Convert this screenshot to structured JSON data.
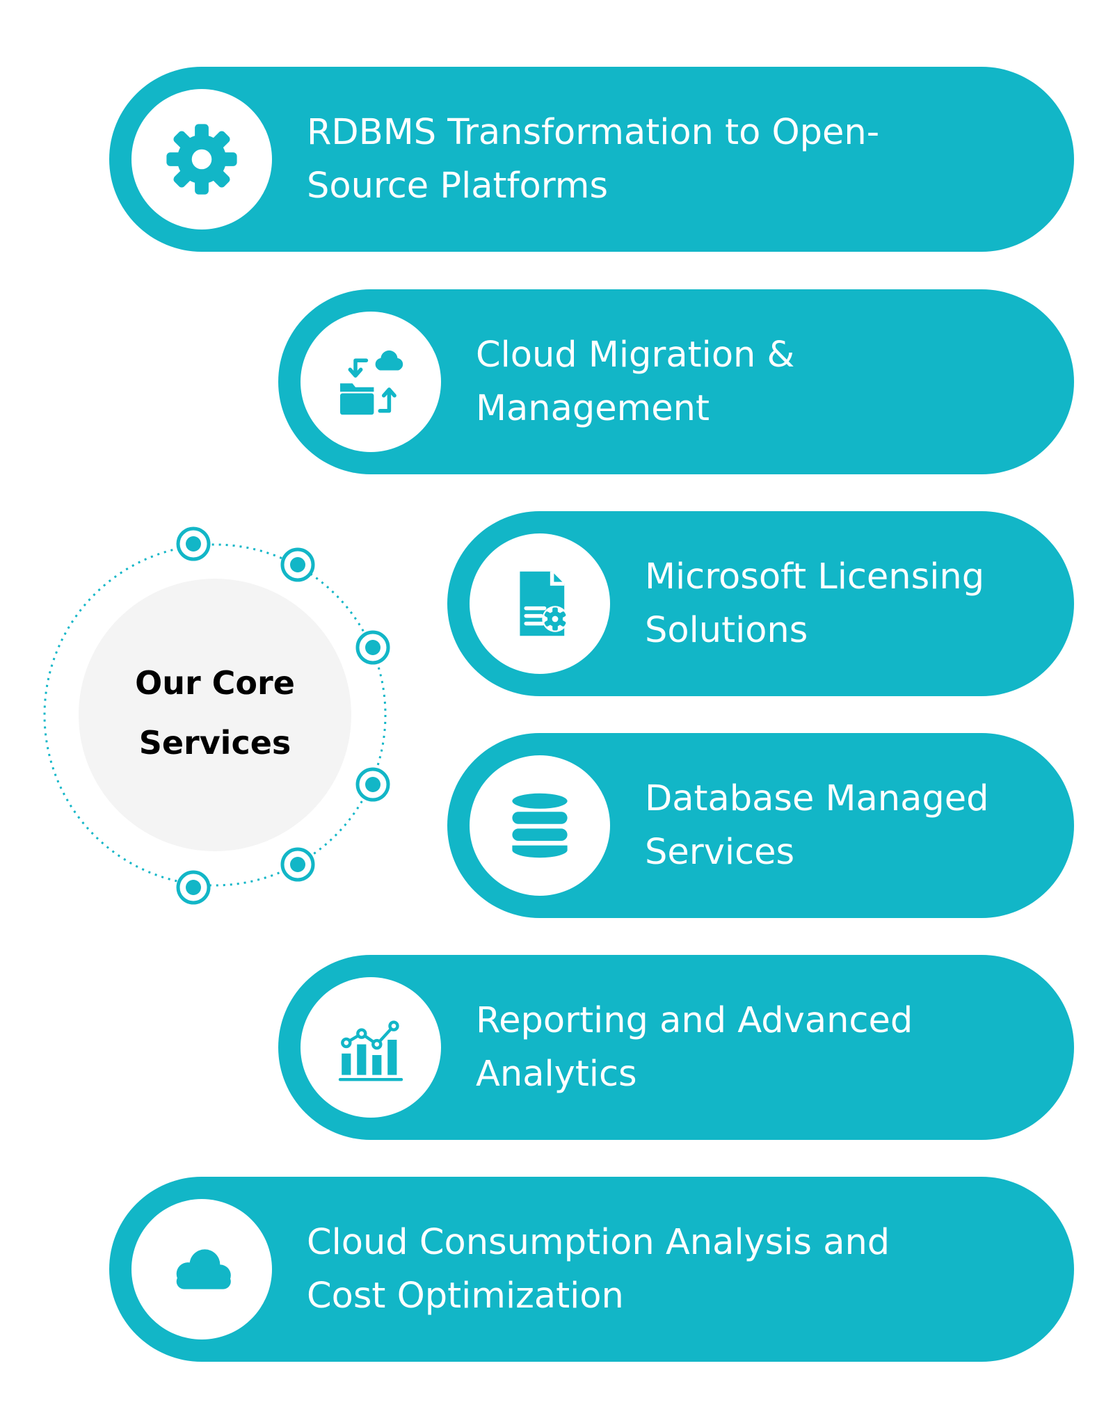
{
  "core": {
    "label": "Our Core\nServices"
  },
  "colors": {
    "accent": "#12B6C7",
    "pill_text": "#FFFFFF",
    "core_background": "#F4F4F4",
    "core_text": "#000000",
    "page_background": "#FFFFFF"
  },
  "services": [
    {
      "label": "RDBMS Transformation to Open-\nSource Platforms",
      "icon": "gear-icon"
    },
    {
      "label": "Cloud Migration &\nManagement",
      "icon": "cloud-migration-icon"
    },
    {
      "label": "Microsoft Licensing\nSolutions",
      "icon": "license-document-icon"
    },
    {
      "label": "Database Managed\nServices",
      "icon": "database-icon"
    },
    {
      "label": "Reporting and Advanced\nAnalytics",
      "icon": "analytics-chart-icon"
    },
    {
      "label": "Cloud Consumption Analysis and\nCost Optimization",
      "icon": "cloud-icon"
    }
  ]
}
